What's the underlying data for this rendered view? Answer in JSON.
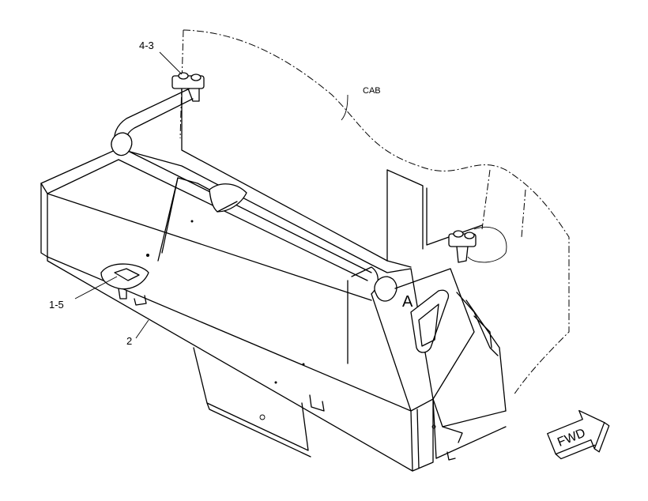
{
  "callouts": {
    "top_bolt": "4-3",
    "cab": "CAB",
    "bracket": "1-5",
    "guard": "2",
    "view": "A"
  },
  "direction_arrow": "FWD"
}
